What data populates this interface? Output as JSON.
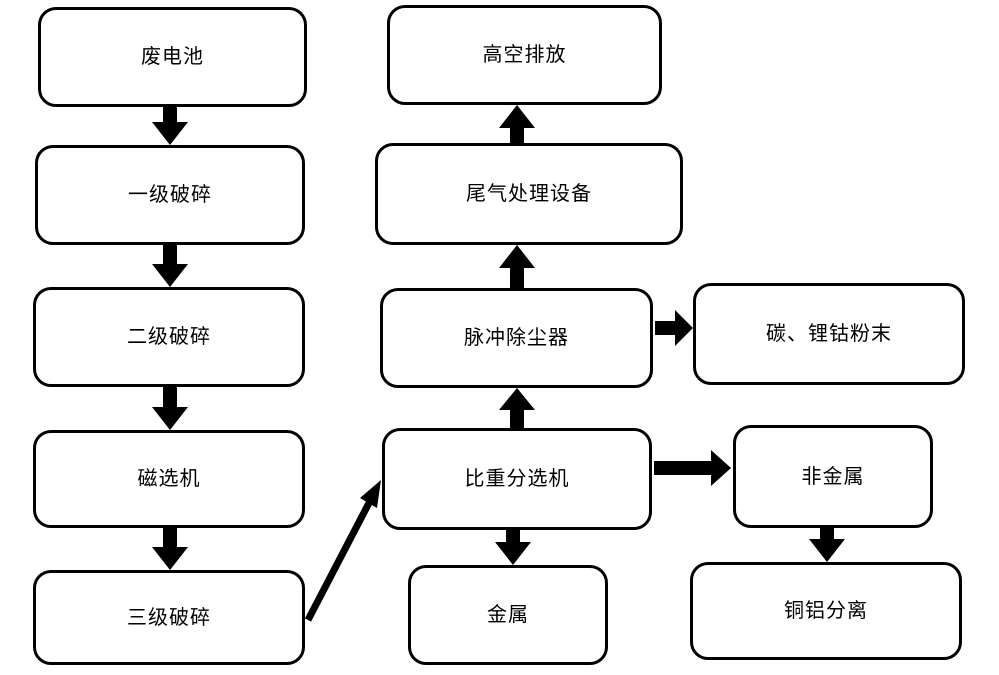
{
  "diagram": {
    "type": "flowchart",
    "language": "zh-CN",
    "colors": {
      "stroke": "#000000",
      "background": "#ffffff",
      "text": "#000000"
    },
    "nodes": {
      "waste_battery": {
        "label": "废电池"
      },
      "primary_crushing": {
        "label": "一级破碎"
      },
      "secondary_crushing": {
        "label": "二级破碎"
      },
      "magnetic_separator": {
        "label": "磁选机"
      },
      "tertiary_crushing": {
        "label": "三级破碎"
      },
      "high_altitude_discharge": {
        "label": "高空排放"
      },
      "exhaust_gas_treatment": {
        "label": "尾气处理设备"
      },
      "pulse_dust_collector": {
        "label": "脉冲除尘器"
      },
      "gravity_separator": {
        "label": "比重分选机"
      },
      "metal": {
        "label": "金属"
      },
      "carbon_lithium_cobalt_powder": {
        "label": "碳、锂钴粉末"
      },
      "non_metal": {
        "label": "非金属"
      },
      "copper_aluminum_separation": {
        "label": "铜铝分离"
      }
    },
    "edges": [
      {
        "from": "waste_battery",
        "to": "primary_crushing",
        "direction": "down"
      },
      {
        "from": "primary_crushing",
        "to": "secondary_crushing",
        "direction": "down"
      },
      {
        "from": "secondary_crushing",
        "to": "magnetic_separator",
        "direction": "down"
      },
      {
        "from": "magnetic_separator",
        "to": "tertiary_crushing",
        "direction": "down"
      },
      {
        "from": "tertiary_crushing",
        "to": "gravity_separator",
        "direction": "diagonal-up-right"
      },
      {
        "from": "gravity_separator",
        "to": "pulse_dust_collector",
        "direction": "up"
      },
      {
        "from": "pulse_dust_collector",
        "to": "exhaust_gas_treatment",
        "direction": "up"
      },
      {
        "from": "exhaust_gas_treatment",
        "to": "high_altitude_discharge",
        "direction": "up"
      },
      {
        "from": "pulse_dust_collector",
        "to": "carbon_lithium_cobalt_powder",
        "direction": "right"
      },
      {
        "from": "gravity_separator",
        "to": "non_metal",
        "direction": "right"
      },
      {
        "from": "gravity_separator",
        "to": "metal",
        "direction": "down"
      },
      {
        "from": "non_metal",
        "to": "copper_aluminum_separation",
        "direction": "down"
      }
    ]
  }
}
